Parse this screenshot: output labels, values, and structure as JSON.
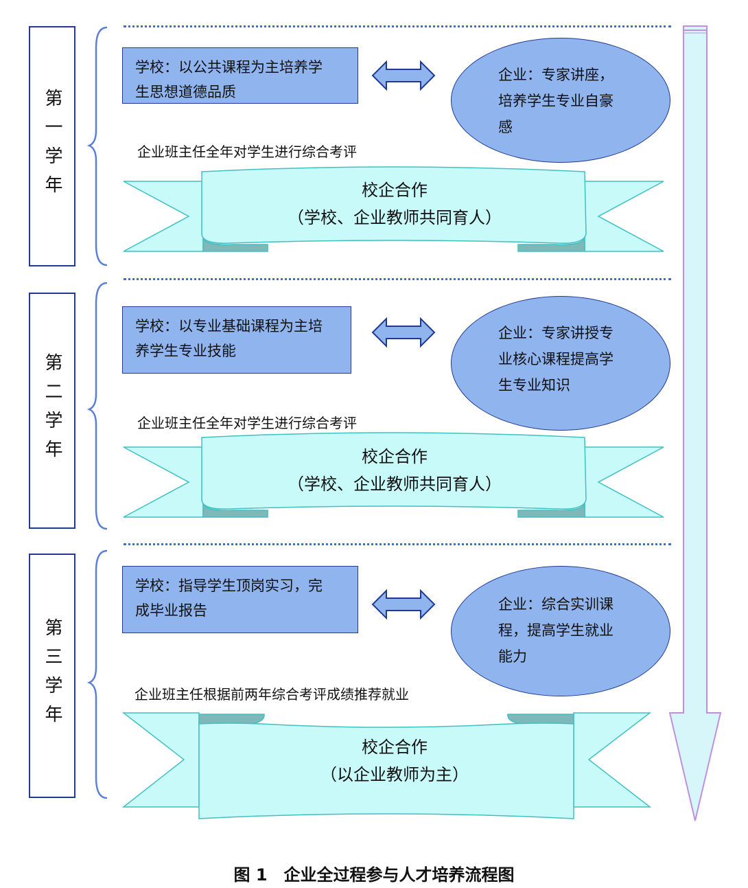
{
  "years": [
    {
      "label": "第一学年",
      "school": "学校：以公共课程为主培养学生思想道德品质",
      "enterprise": "企业：专家讲座，培养学生专业自豪感",
      "enterprise_lines": [
        "企业：专家讲座，",
        "培养学生专业自豪",
        "感"
      ],
      "school_lines": [
        "学校：以公共课程为主培养学",
        "生思想道德品质"
      ],
      "note": "企业班主任全年对学生进行综合考评",
      "ribbon_title": "校企合作",
      "ribbon_sub": "（学校、企业教师共同育人）"
    },
    {
      "label": "第二学年",
      "school": "学校：以专业基础课程为主培养学生专业技能",
      "enterprise": "企业：专家讲授专业核心课程提高学生专业知识",
      "enterprise_lines": [
        "企业：专家讲授专",
        "业核心课程提高学",
        "生专业知识"
      ],
      "school_lines": [
        "学校：以专业基础课程为主培",
        "养学生专业技能"
      ],
      "note": "企业班主任全年对学生进行综合考评",
      "ribbon_title": "校企合作",
      "ribbon_sub": "（学校、企业教师共同育人）"
    },
    {
      "label": "第三学年",
      "school": "学校：指导学生顶岗实习，完成毕业报告",
      "enterprise": "企业：综合实训课程，提高学生就业能力",
      "enterprise_lines": [
        "企业：综合实训课",
        "程，提高学生就业",
        "能力"
      ],
      "school_lines": [
        "学校：指导学生顶岗实习，完",
        "成毕业报告"
      ],
      "note": "企业班主任根据前两年综合考评成绩推荐就业",
      "ribbon_title": "校企合作",
      "ribbon_sub": "（以企业教师为主）"
    }
  ],
  "caption": "图 1　企业全过程参与人才培养流程图",
  "colors": {
    "box_fill": "#8fb4ee",
    "box_border": "#1f3a93",
    "ribbon_fill": "#c8fafa",
    "ribbon_stroke": "#40c0c0",
    "arrow_fill": "#d6f6fa",
    "arrow_stroke": "#c090e0"
  }
}
